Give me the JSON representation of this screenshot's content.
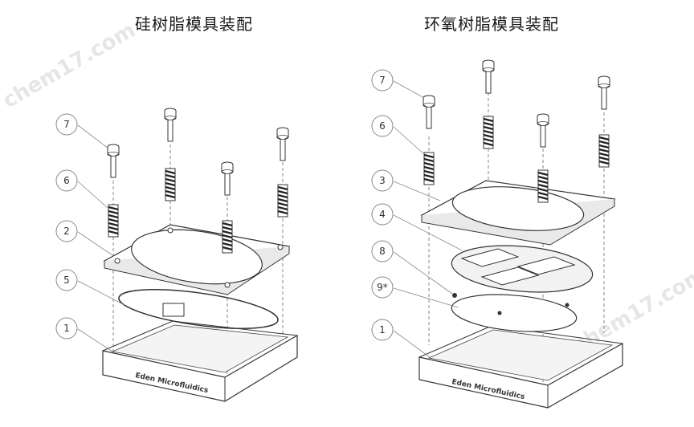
{
  "titles": {
    "left": "硅树脂模具装配",
    "right": "环氧树脂模具装配"
  },
  "left_callouts": [
    "7",
    "6",
    "2",
    "5",
    "1"
  ],
  "right_callouts": [
    "7",
    "6",
    "3",
    "4",
    "8",
    "9*",
    "1"
  ],
  "base_brand": "Eden Microfluidics",
  "watermark": "chem17.com",
  "colors": {
    "line": "#333333",
    "callout_circle": "#888888",
    "fill": "#ffffff",
    "shade": "#e9e9e9",
    "watermark": "#e6e6e6"
  }
}
